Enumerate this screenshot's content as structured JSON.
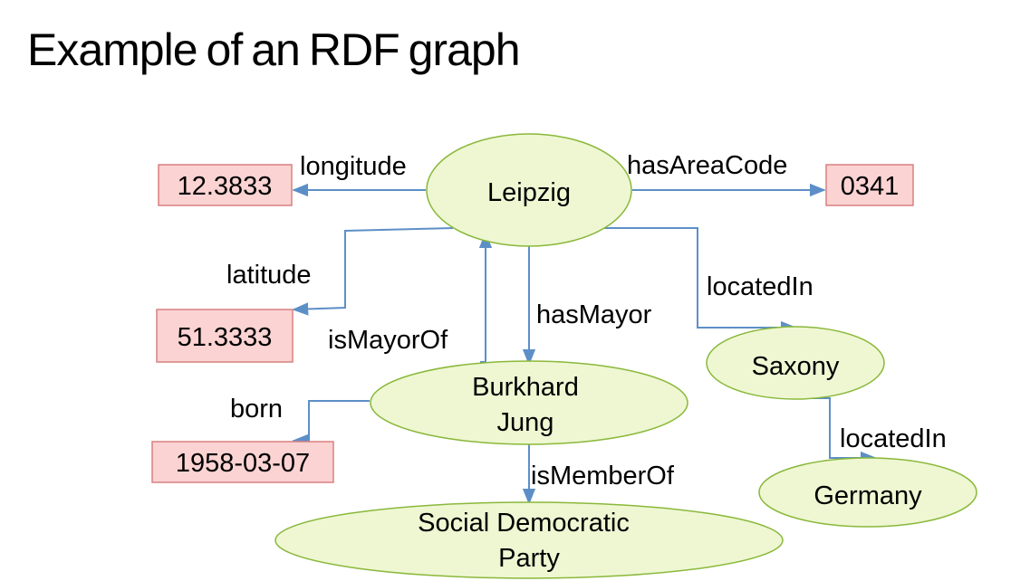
{
  "title": [
    "Example",
    "of",
    "an",
    "RDF",
    "graph"
  ],
  "colors": {
    "node_fill": "#eef7d2",
    "node_stroke": "#8ab83a",
    "literal_fill": "#fbd3d3",
    "literal_stroke": "#d98080",
    "edge": "#5d8fc7"
  },
  "nodes": {
    "leipzig": [
      "Leipzig"
    ],
    "burkhard": [
      "Burkhard",
      "Jung"
    ],
    "saxony": [
      "Saxony"
    ],
    "germany": [
      "Germany"
    ],
    "party": [
      "Social Democratic",
      "Party"
    ]
  },
  "literals": {
    "longitude_value": "12.3833",
    "areacode_value": "0341",
    "latitude_value": "51.3333",
    "born_value": "1958-03-07"
  },
  "edges": {
    "longitude": "longitude",
    "hasAreaCode": "hasAreaCode",
    "latitude": "latitude",
    "isMayorOf": "isMayorOf",
    "hasMayor": "hasMayor",
    "locatedIn_1": "locatedIn",
    "locatedIn_2": "locatedIn",
    "born": "born",
    "isMemberOf": "isMemberOf"
  }
}
